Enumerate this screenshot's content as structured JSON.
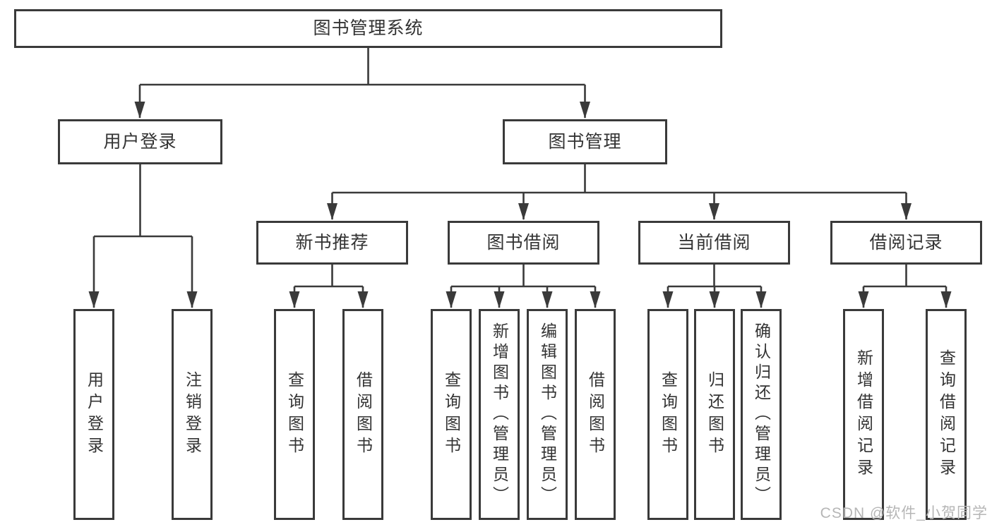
{
  "diagram_type": "hierarchy-structure-chart",
  "colors": {
    "line": "#3a3a3a",
    "box_border": "#3a3a3a",
    "box_fill": "#ffffff",
    "text": "#333333",
    "watermark": "#b6b6b6"
  },
  "tree": {
    "label": "图书管理系统",
    "children": [
      {
        "label": "用户登录",
        "children": [
          {
            "label": "用户登录"
          },
          {
            "label": "注销登录"
          }
        ]
      },
      {
        "label": "图书管理",
        "children": [
          {
            "label": "新书推荐",
            "children": [
              {
                "label": "查询图书"
              },
              {
                "label": "借阅图书"
              }
            ]
          },
          {
            "label": "图书借阅",
            "children": [
              {
                "label": "查询图书"
              },
              {
                "label": "新增图书（管理员）"
              },
              {
                "label": "编辑图书（管理员）"
              },
              {
                "label": "借阅图书"
              }
            ]
          },
          {
            "label": "当前借阅",
            "children": [
              {
                "label": "查询图书"
              },
              {
                "label": "归还图书"
              },
              {
                "label": "确认归还（管理员）"
              }
            ]
          },
          {
            "label": "借阅记录",
            "children": [
              {
                "label": "新增借阅记录"
              },
              {
                "label": "查询借阅记录"
              }
            ]
          }
        ]
      }
    ]
  },
  "watermark": "CSDN @软件_小贺同学"
}
